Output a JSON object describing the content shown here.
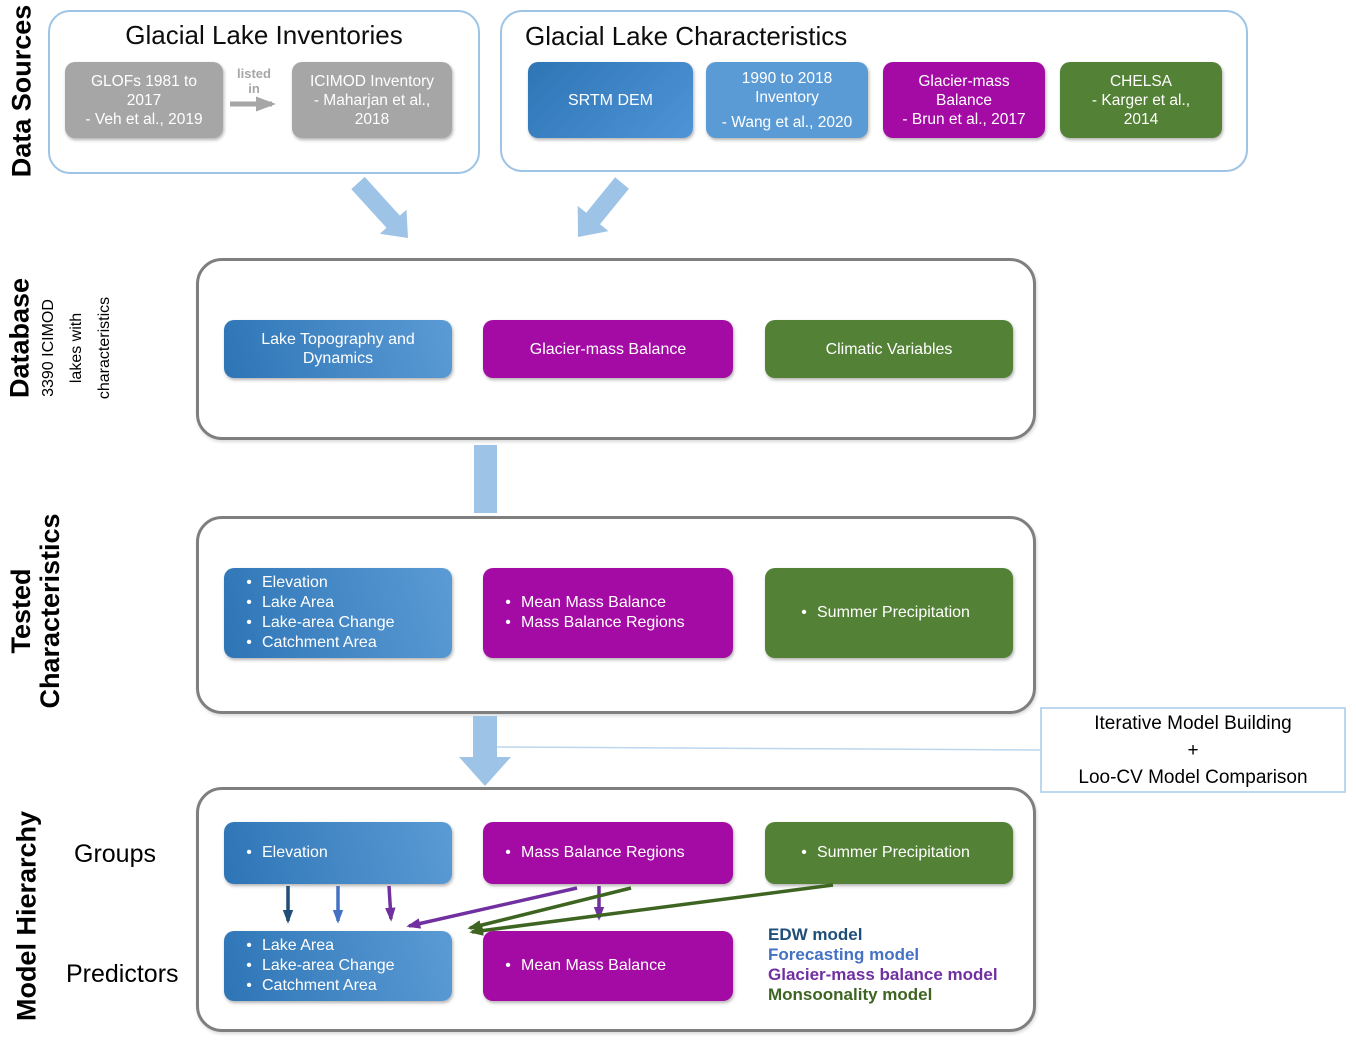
{
  "colors": {
    "container_border_blue": "#9DC3E6",
    "container_border_gray": "#7F7F7F",
    "box_gray": "#A6A6A6",
    "box_blue_dark": "#2E75B6",
    "box_blue_light": "#5B9BD5",
    "box_magenta": "#A40BA4",
    "box_green": "#538135",
    "flow_arrow_blue": "#9DC3E6",
    "arrow_navy": "#1F4E79",
    "arrow_blue": "#4472C4",
    "arrow_purple": "#7030A0",
    "arrow_green": "#3E6422"
  },
  "side_labels": {
    "data_sources": "Data Sources",
    "database": "Database",
    "database_note": [
      "3390 ICIMOD",
      "lakes with",
      "characteristics"
    ],
    "tested": [
      "Tested",
      "Characteristics"
    ],
    "model_hierarchy": "Model Hierarchy"
  },
  "sources": {
    "inventories": {
      "title": "Glacial Lake Inventories",
      "glofs_box": [
        "GLOFs 1981 to",
        "2017",
        "- Veh et al., 2019"
      ],
      "arrow_label": [
        "listed",
        "in"
      ],
      "icimod_box": [
        "ICIMOD Inventory",
        "- Maharjan et al.,",
        "2018"
      ]
    },
    "characteristics": {
      "title": "Glacial Lake Characteristics",
      "srtm_box": "SRTM DEM",
      "inventory_box": [
        "1990 to 2018",
        "Inventory",
        "- Wang et al., 2020"
      ],
      "massbalance_box": [
        "Glacier-mass",
        "Balance",
        "- Brun et al., 2017"
      ],
      "chelsa_box": [
        "CHELSA",
        "- Karger et al.,",
        "2014"
      ]
    }
  },
  "database": {
    "topo_box": [
      "Lake Topography and",
      "Dynamics"
    ],
    "massbalance_box": "Glacier-mass Balance",
    "climate_box": "Climatic Variables"
  },
  "tested": {
    "topo_bullets": [
      "Elevation",
      "Lake Area",
      "Lake-area Change",
      "Catchment Area"
    ],
    "massbalance_bullets": [
      "Mean Mass Balance",
      "Mass Balance Regions"
    ],
    "climate_bullets": [
      "Summer Precipitation"
    ]
  },
  "iterative_box": [
    "Iterative Model Building",
    "+",
    "Loo-CV Model Comparison"
  ],
  "model": {
    "groups_label": "Groups",
    "predictors_label": "Predictors",
    "group_elevation": "Elevation",
    "group_massbalance": "Mass Balance Regions",
    "group_precip": "Summer Precipitation",
    "predictor_topo_bullets": [
      "Lake Area",
      "Lake-area Change",
      "Catchment Area"
    ],
    "predictor_massbalance": "Mean Mass Balance",
    "legend": [
      {
        "label": "EDW model",
        "color": "#1F4E79"
      },
      {
        "label": "Forecasting model",
        "color": "#4472C4"
      },
      {
        "label": "Glacier-mass balance model",
        "color": "#7030A0"
      },
      {
        "label": "Monsoonality model",
        "color": "#3E6422"
      }
    ]
  }
}
